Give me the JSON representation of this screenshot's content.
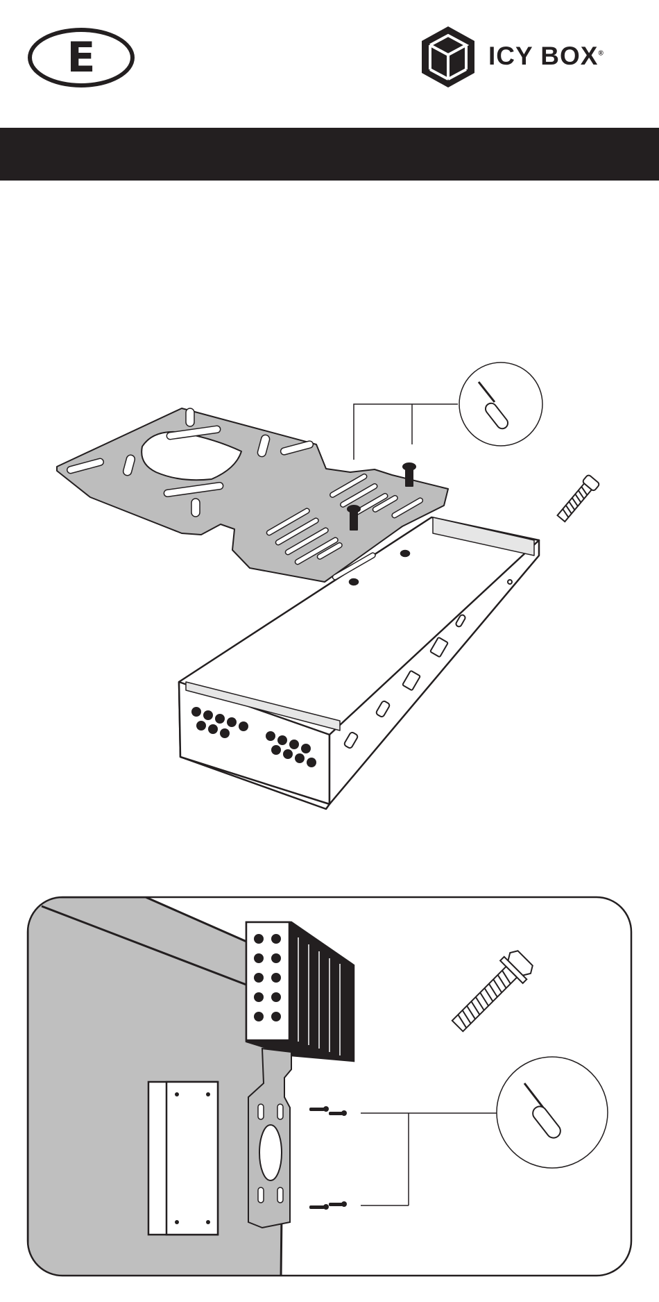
{
  "header": {
    "language_code": "E",
    "brand": "ICY BOX",
    "registered_mark": "®"
  },
  "colors": {
    "ink": "#231f20",
    "plate_gray": "#bdbdbd",
    "wall_gray": "#bfbfbf",
    "background": "#ffffff"
  },
  "figures": [
    {
      "id": "step-1",
      "icons": [
        "mounting-plate",
        "device-enclosure",
        "screw-icon",
        "screwdriver-icon"
      ]
    },
    {
      "id": "step-2",
      "icons": [
        "wall",
        "device-enclosure",
        "vesa-plate",
        "screw-icon",
        "screwdriver-icon"
      ]
    }
  ]
}
